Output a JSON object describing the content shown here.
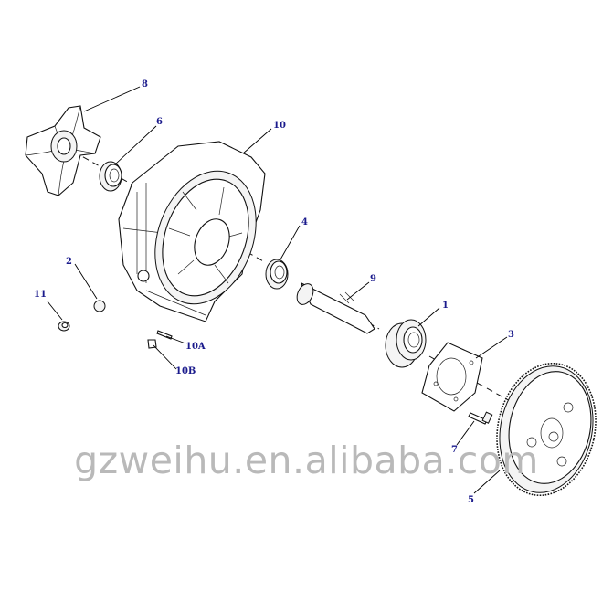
{
  "watermark": "gzweihu.en.alibaba.com",
  "callouts": [
    {
      "id": "8",
      "label": "8"
    },
    {
      "id": "6",
      "label": "6"
    },
    {
      "id": "10",
      "label": "10"
    },
    {
      "id": "4",
      "label": "4"
    },
    {
      "id": "2",
      "label": "2"
    },
    {
      "id": "11",
      "label": "11"
    },
    {
      "id": "9",
      "label": "9"
    },
    {
      "id": "1",
      "label": "1"
    },
    {
      "id": "3",
      "label": "3"
    },
    {
      "id": "10A",
      "label": "10A"
    },
    {
      "id": "10B",
      "label": "10B"
    },
    {
      "id": "7",
      "label": "7"
    },
    {
      "id": "5",
      "label": "5"
    }
  ],
  "colors": {
    "callout": "#1a1a8c",
    "ink": "#111111",
    "watermark": "#b9b9b9"
  }
}
